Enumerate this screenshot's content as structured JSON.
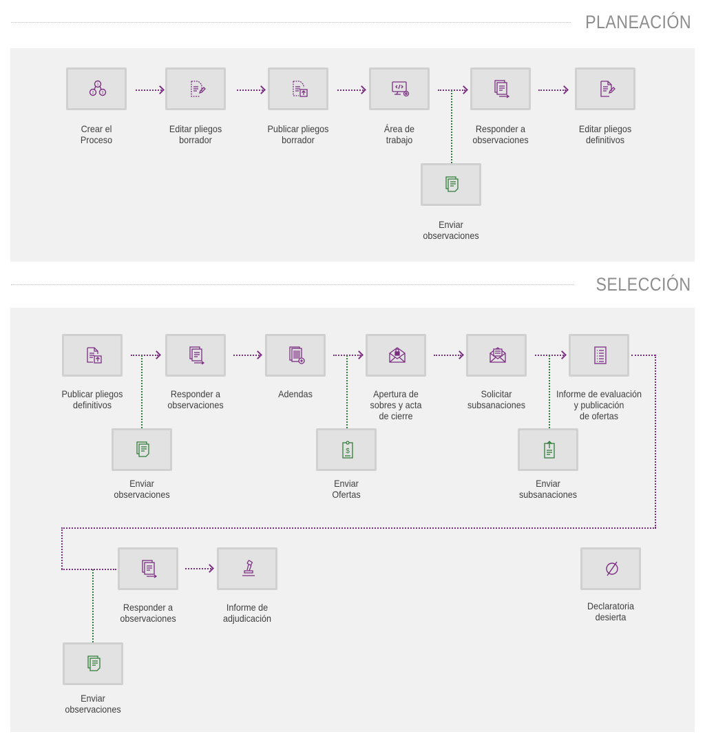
{
  "sections": {
    "planeacion": "PLANEACIÓN",
    "seleccion": "SELECCIÓN"
  },
  "colors": {
    "purple": "#7b2d82",
    "green": "#2f7d3a",
    "node_bg": "#e2e2e2",
    "panel_bg": "#f1f1f1"
  },
  "planeacion": {
    "crear": [
      "Crear el",
      "Proceso"
    ],
    "editar_borrador": [
      "Editar pliegos",
      "borrador"
    ],
    "publicar_borrador": [
      "Publicar pliegos",
      "borrador"
    ],
    "area": [
      "Área de",
      "trabajo"
    ],
    "responder": [
      "Responder a",
      "observaciones"
    ],
    "editar_definitivos": [
      "Editar pliegos",
      "definitivos"
    ],
    "enviar_obs": [
      "Enviar",
      "observaciones"
    ]
  },
  "seleccion": {
    "publicar_definitivos": [
      "Publicar pliegos",
      "definitivos"
    ],
    "responder1": [
      "Responder a",
      "observaciones"
    ],
    "adendas": [
      "Adendas"
    ],
    "apertura": [
      "Apertura de",
      "sobres y acta",
      "de cierre"
    ],
    "solicitar": [
      "Solicitar",
      "subsanaciones"
    ],
    "informe_eval": [
      "Informe de evaluación",
      "y publicación",
      "de ofertas"
    ],
    "enviar_obs1": [
      "Enviar",
      "observaciones"
    ],
    "enviar_ofertas": [
      "Enviar",
      "Ofertas"
    ],
    "enviar_subs": [
      "Enviar",
      "subsanaciones"
    ],
    "responder2": [
      "Responder a",
      "observaciones"
    ],
    "informe_adj": [
      "Informe de",
      "adjudicación"
    ],
    "declaratoria": [
      "Declaratoria",
      "desierta"
    ],
    "enviar_obs2": [
      "Enviar",
      "observaciones"
    ]
  }
}
